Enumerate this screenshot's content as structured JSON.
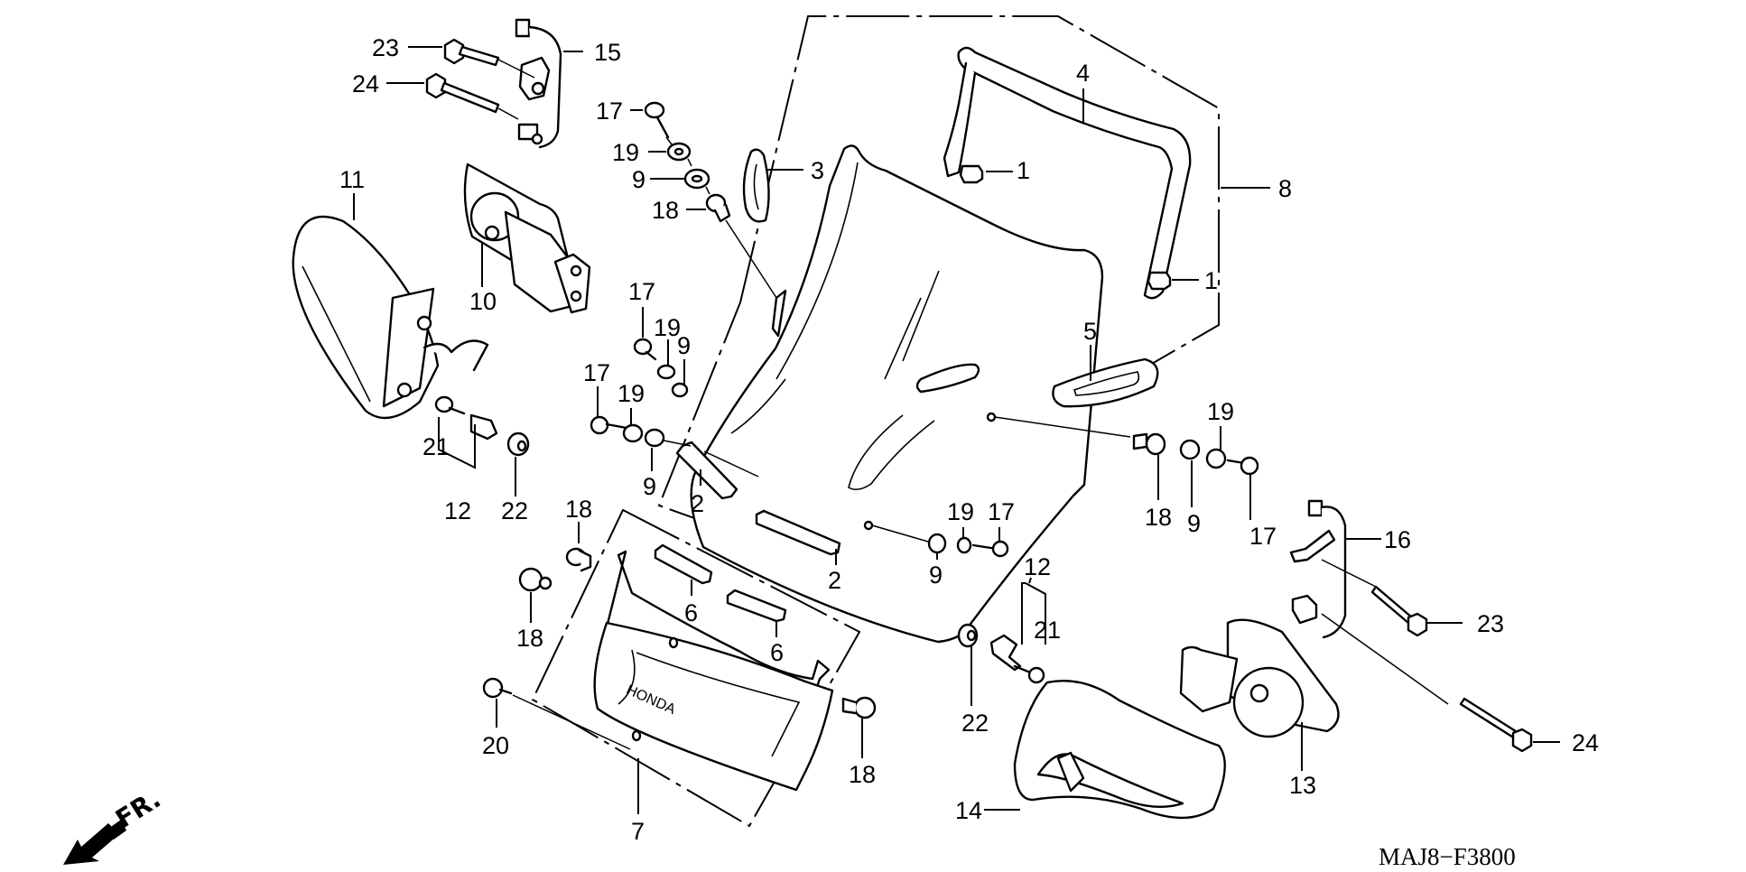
{
  "diagram": {
    "title_code": "MAJ8−F3800",
    "direction_marker": {
      "text": "FR.",
      "icon": "front-direction-arrow"
    },
    "brand_text": "HONDA",
    "callouts": [
      {
        "id": "c23a",
        "text": "23",
        "part": "flange bolt (upper, left stay)"
      },
      {
        "id": "c24a",
        "text": "24",
        "part": "flange bolt (lower, left stay)"
      },
      {
        "id": "c15",
        "text": "15",
        "part": "left mirror stay"
      },
      {
        "id": "c17a",
        "text": "17"
      },
      {
        "id": "c19a",
        "text": "19"
      },
      {
        "id": "c9a",
        "text": "9"
      },
      {
        "id": "c18a",
        "text": "18"
      },
      {
        "id": "c3",
        "text": "3"
      },
      {
        "id": "c4",
        "text": "4"
      },
      {
        "id": "c1a",
        "text": "1"
      },
      {
        "id": "c1b",
        "text": "1"
      },
      {
        "id": "c8",
        "text": "8"
      },
      {
        "id": "c11",
        "text": "11",
        "part": "left mirror cover"
      },
      {
        "id": "c10",
        "text": "10",
        "part": "left mirror"
      },
      {
        "id": "c5",
        "text": "5"
      },
      {
        "id": "c17b",
        "text": "17"
      },
      {
        "id": "c19b",
        "text": "19"
      },
      {
        "id": "c9b",
        "text": "9"
      },
      {
        "id": "c17c",
        "text": "17"
      },
      {
        "id": "c19c",
        "text": "19"
      },
      {
        "id": "c9c",
        "text": "9"
      },
      {
        "id": "c21a",
        "text": "21"
      },
      {
        "id": "c12a",
        "text": "12"
      },
      {
        "id": "c22a",
        "text": "22"
      },
      {
        "id": "c2a",
        "text": "2"
      },
      {
        "id": "c2b",
        "text": "2"
      },
      {
        "id": "c18b",
        "text": "18"
      },
      {
        "id": "c18c",
        "text": "18"
      },
      {
        "id": "c6a",
        "text": "6"
      },
      {
        "id": "c6b",
        "text": "6"
      },
      {
        "id": "c20",
        "text": "20"
      },
      {
        "id": "c7",
        "text": "7",
        "part": "lower windscreen garnish"
      },
      {
        "id": "c18d",
        "text": "18"
      },
      {
        "id": "c19d",
        "text": "19"
      },
      {
        "id": "c18e",
        "text": "18"
      },
      {
        "id": "c9d",
        "text": "9"
      },
      {
        "id": "c17d",
        "text": "17"
      },
      {
        "id": "c19e",
        "text": "19"
      },
      {
        "id": "c17e",
        "text": "17"
      },
      {
        "id": "c9e",
        "text": "9"
      },
      {
        "id": "c12b",
        "text": "12"
      },
      {
        "id": "c21b",
        "text": "21"
      },
      {
        "id": "c22b",
        "text": "22"
      },
      {
        "id": "c16",
        "text": "16",
        "part": "right mirror stay"
      },
      {
        "id": "c23b",
        "text": "23"
      },
      {
        "id": "c24b",
        "text": "24"
      },
      {
        "id": "c13",
        "text": "13",
        "part": "right mirror"
      },
      {
        "id": "c14",
        "text": "14",
        "part": "right mirror cover"
      }
    ]
  }
}
